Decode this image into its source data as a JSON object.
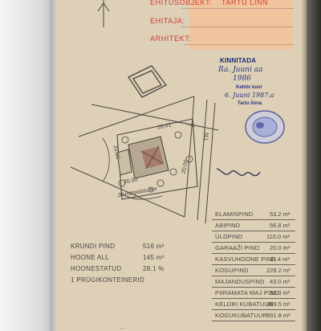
{
  "header": {
    "ehitusobjekt_label": "EHITUSOBJEKT:",
    "ehitusobjekt_value": "TARTU LINN",
    "ehitaja_label": "EHITAJA:",
    "arhitekt_label": "ARHITEKT:"
  },
  "approval_stamp": {
    "title": "KINNITADA",
    "signature_line1": "Ra. Juuni aa",
    "signature_line2": "1986",
    "approved_label": "Kehtiv kuni",
    "approved_date": "6. Juuni 1987.a",
    "signer_line": "Tartu linna"
  },
  "site_plan": {
    "dim_top": "26.01",
    "dim_left": "20.00",
    "dim_bottom": "26.00",
    "dim_right": "20.00",
    "street_name": "Juurdepääsutee",
    "street_abbrev": "TN"
  },
  "lot_summary": {
    "rows": [
      {
        "label": "KRUNDI PIND",
        "value": "516 m²"
      },
      {
        "label": "HOONE ALL",
        "value": "145 m²"
      },
      {
        "label": "HOONESTATUD",
        "value": "28.1 %"
      },
      {
        "label": "1 PRÜGIKONTEINERID",
        "value": ""
      }
    ]
  },
  "areas": [
    {
      "label": "ELAMISPIND",
      "value": "53.2 m²"
    },
    {
      "label": "ABIPIND",
      "value": "56.8 m²"
    },
    {
      "label": "ÜLDPIND",
      "value": "110.0 m²"
    },
    {
      "label": "GARAAŽI PIND",
      "value": "20.0 m²"
    },
    {
      "label": "KASVUHOONE PIND",
      "value": "11.4 m²"
    },
    {
      "label": "KOGUPIND",
      "value": "228.2 m²"
    },
    {
      "label": "MAJANDUSPIND",
      "value": "43.0 m²"
    },
    {
      "label": "PIIRAMATA MAJ PIND",
      "value": "39.3 m²"
    },
    {
      "label": "KELDRI KUBATUUR",
      "value": "359.5 m²"
    },
    {
      "label": "KOGUKUBATUUR",
      "value": "991.8 m²"
    }
  ],
  "footer_fragment": "..."
}
